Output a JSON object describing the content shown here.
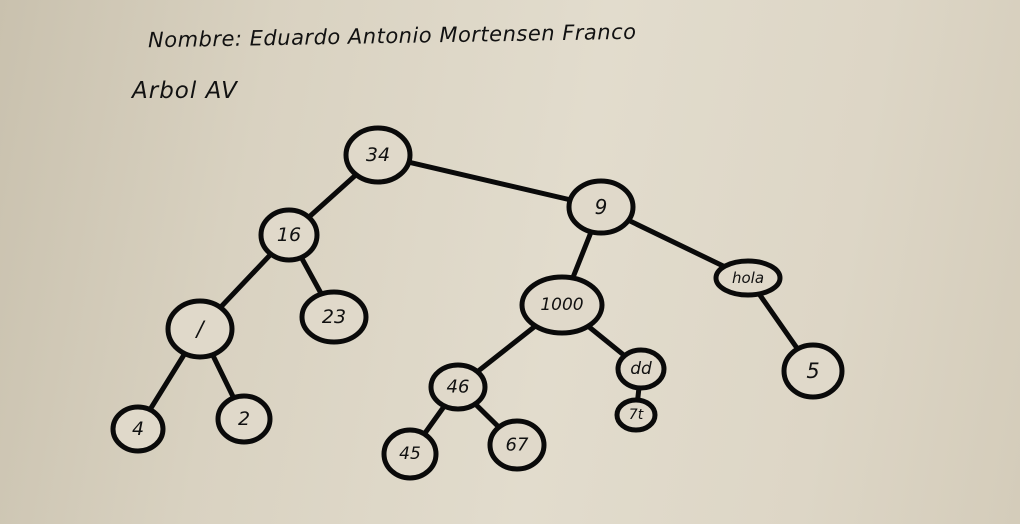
{
  "header": {
    "author": "Nombre: Eduardo Antonio Mortensen Franco",
    "subtitle": "Arbol AV"
  },
  "tree": {
    "nodes": [
      {
        "id": "n34",
        "label": "34"
      },
      {
        "id": "n16",
        "label": "16"
      },
      {
        "id": "n9",
        "label": "9"
      },
      {
        "id": "n1",
        "label": "/"
      },
      {
        "id": "n23",
        "label": "23"
      },
      {
        "id": "n1000",
        "label": "1000"
      },
      {
        "id": "nhola",
        "label": "hola"
      },
      {
        "id": "n4",
        "label": "4"
      },
      {
        "id": "n2",
        "label": "2"
      },
      {
        "id": "n46",
        "label": "46"
      },
      {
        "id": "ndd",
        "label": "dd"
      },
      {
        "id": "n5",
        "label": "5"
      },
      {
        "id": "n45",
        "label": "45"
      },
      {
        "id": "n67",
        "label": "67"
      },
      {
        "id": "n7t",
        "label": "7t"
      }
    ],
    "edges": [
      [
        "n34",
        "n16"
      ],
      [
        "n34",
        "n9"
      ],
      [
        "n16",
        "n1"
      ],
      [
        "n16",
        "n23"
      ],
      [
        "n9",
        "n1000"
      ],
      [
        "n9",
        "nhola"
      ],
      [
        "n1",
        "n4"
      ],
      [
        "n1",
        "n2"
      ],
      [
        "n1000",
        "n46"
      ],
      [
        "n1000",
        "ndd"
      ],
      [
        "nhola",
        "n5"
      ],
      [
        "n46",
        "n45"
      ],
      [
        "n46",
        "n67"
      ],
      [
        "ndd",
        "n7t"
      ]
    ]
  }
}
